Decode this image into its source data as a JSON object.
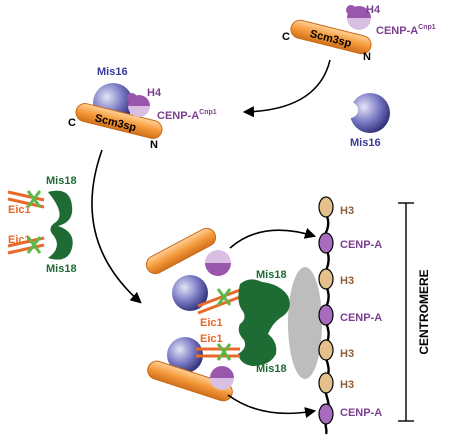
{
  "labels": {
    "h4": "H4",
    "cenp_a": "CENP-A",
    "cnp1": "Cnp1",
    "scm3sp": "Scm3sp",
    "c": "C",
    "n": "N",
    "mis16": "Mis16",
    "mis18": "Mis18",
    "eic1": "Eic1",
    "h3": "H3",
    "centromere": "CENTROMERE"
  },
  "colors": {
    "orange": "#f59a3a",
    "orange_dark": "#e07a1f",
    "purple": "#7b3f8f",
    "purple_light": "#a86bbd",
    "lilac": "#c9a8d6",
    "blue": "#5a5aa8",
    "blue_light": "#c6c6ea",
    "green": "#1f6b34",
    "green_bright": "#5db84a",
    "eic_orange": "#e8692a",
    "brown": "#8b5e3c",
    "tan": "#e6c08a",
    "gray": "#bdbdbd",
    "black": "#000000"
  }
}
